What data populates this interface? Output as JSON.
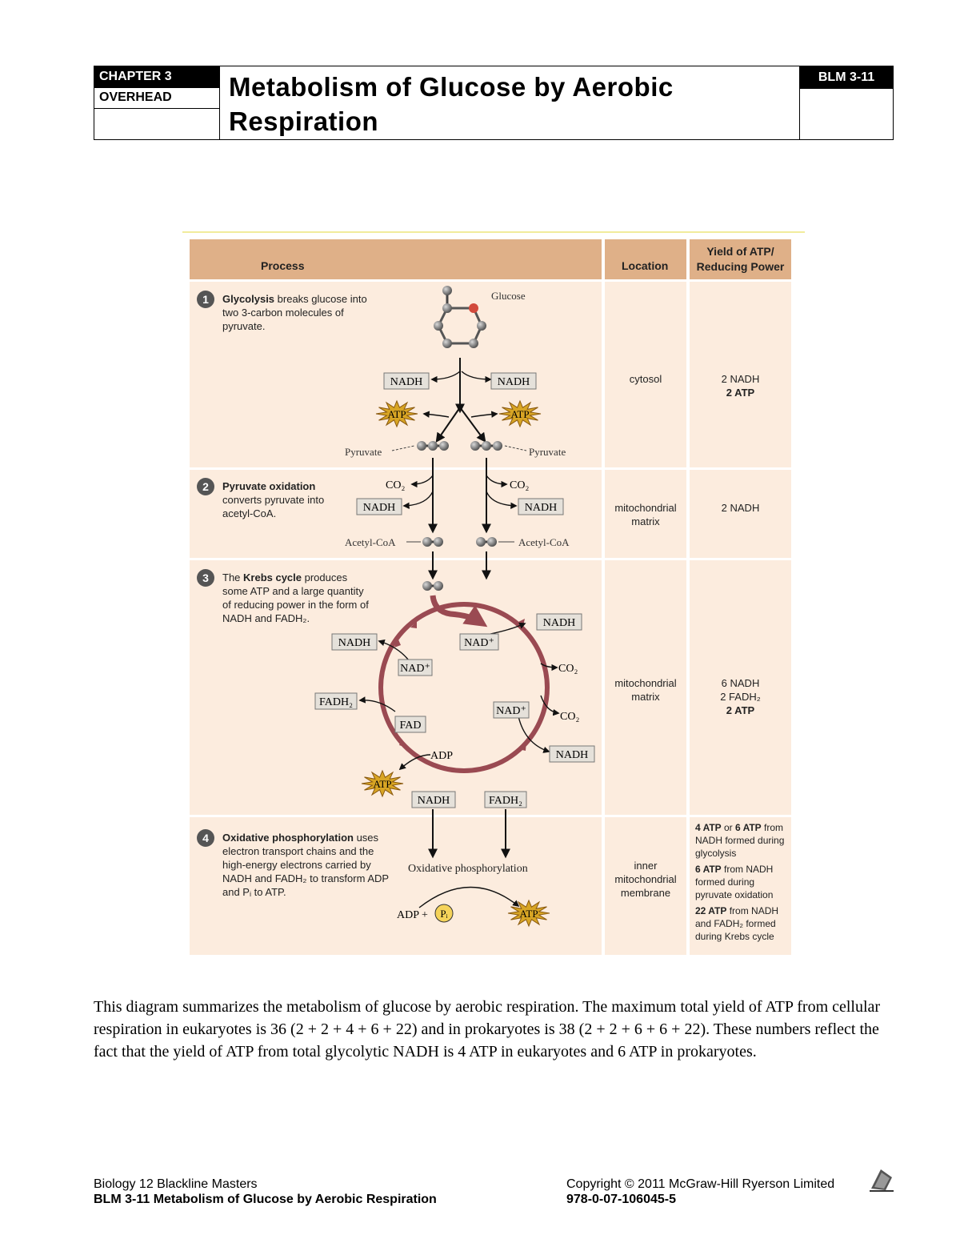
{
  "header": {
    "chapter": "CHAPTER 3",
    "overhead": "OVERHEAD",
    "title_line1": "Metabolism of Glucose by Aerobic",
    "title_line2": "Respiration",
    "blm": "BLM 3-11"
  },
  "figure": {
    "columns": {
      "process": "Process",
      "location": "Location",
      "yield_line1": "Yield of ATP/",
      "yield_line2": "Reducing Power"
    },
    "steps": [
      {
        "number": "1",
        "name": "Glycolysis",
        "text": " breaks glucose into two 3-carbon molecules of pyruvate.",
        "location": "cytosol",
        "yield": [
          "2 NADH",
          "2 ATP"
        ]
      },
      {
        "number": "2",
        "name": "Pyruvate oxidation",
        "text": " converts pyruvate into acetyl-CoA.",
        "location": "mitochondrial matrix",
        "yield": [
          "2 NADH"
        ]
      },
      {
        "number": "3",
        "prefix": "The ",
        "name": "Krebs cycle",
        "text": " produces some ATP and a large quantity of reducing power in the form of NADH and FADH₂.",
        "location": "mitochondrial matrix",
        "yield": [
          "6 NADH",
          "2 FADH₂",
          "2 ATP"
        ]
      },
      {
        "number": "4",
        "name": "Oxidative phosphorylation",
        "text": " uses electron transport chains and the high-energy electrons carried by NADH and FADH₂ to transform ADP and Pᵢ to ATP.",
        "location": "inner mitochondrial membrane",
        "yield_detail": [
          {
            "bold": "4 ATP",
            "mid": " or ",
            "bold2": "6 ATP",
            "rest": " from NADH formed during glycolysis"
          },
          {
            "bold": "6 ATP",
            "mid": "",
            "bold2": "",
            "rest": " from NADH formed during pyruvate oxidation"
          },
          {
            "bold": "22 ATP",
            "mid": "",
            "bold2": "",
            "rest": " from NADH and FADH₂ formed during Krebs cycle"
          }
        ]
      }
    ],
    "labels": {
      "glucose": "Glucose",
      "nadh": "NADH",
      "nad_plus": "NAD⁺",
      "fadh2": "FADH₂",
      "fad": "FAD",
      "atp": "ATP",
      "adp": "ADP",
      "co2": "CO₂",
      "pyruvate": "Pyruvate",
      "acetyl_coa": "Acetyl-CoA",
      "ox_phos": "Oxidative phosphorylation",
      "adp_plus": "ADP +",
      "pi": "Pᵢ"
    },
    "colors": {
      "header_fill": "#dfb088",
      "panel_fill": "#fcecde",
      "cycle": "#9a4a52",
      "atp_star": "#d8a524",
      "oxygen": "#d24a3c"
    }
  },
  "caption": "This diagram summarizes the metabolism of glucose by aerobic respiration. The maximum total yield of ATP from cellular respiration in eukaryotes is 36 (2 + 2 + 4 + 6 + 22) and in prokaryotes is 38 (2 + 2 + 6 + 6 + 22). These numbers reflect the fact that the yield of ATP from total glycolytic NADH is 4 ATP in eukaryotes and 6 ATP in prokaryotes.",
  "footer": {
    "left_line1": "Biology 12 Blackline Masters",
    "left_line2": "BLM 3-11 Metabolism of Glucose by Aerobic Respiration",
    "right_line1": "Copyright © 2011 McGraw-Hill Ryerson Limited",
    "right_line2": "978-0-07-106045-5"
  }
}
